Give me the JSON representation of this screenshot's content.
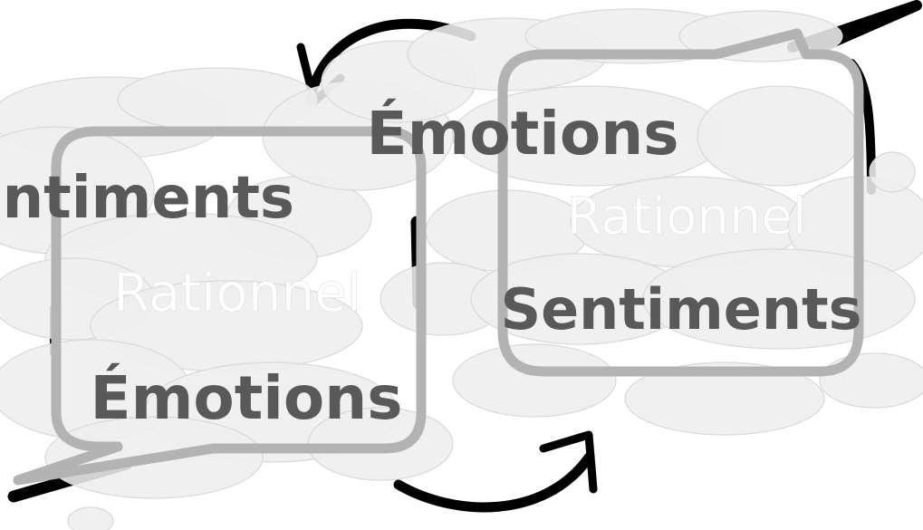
{
  "diagram": {
    "left_bubble": {
      "top_word": "Sentiments",
      "middle_word": "Rationnel",
      "bottom_word": "Émotions"
    },
    "right_bubble": {
      "top_word": "Émotions",
      "middle_word": "Rationnel",
      "bottom_word": "Sentiments"
    }
  },
  "colors": {
    "background": "#ffffff",
    "cloud_fill": "#eeeeee",
    "cloud_stroke": "#d9d9d9",
    "bubble_border": "#b3b3b3",
    "ink": "#000000",
    "bold_text": "#595959",
    "faint_text": "#ffffff"
  }
}
